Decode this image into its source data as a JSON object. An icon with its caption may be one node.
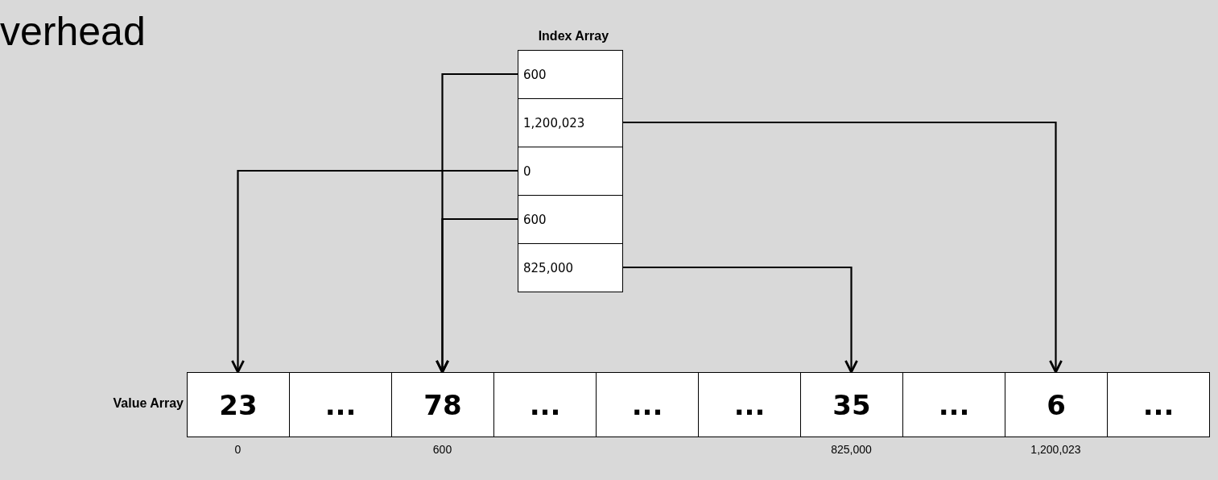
{
  "diagram": {
    "nodes": [
      {
        "text": [
          "Index Array"
        ]
      },
      {
        "text": [
          "600"
        ],
        "in": 0
      },
      {
        "text": [
          "1,200,023"
        ],
        "in": 0
      },
      {
        "text": [
          "0"
        ],
        "in": 0
      },
      {
        "text": [
          "600"
        ],
        "in": 0
      },
      {
        "text": [
          "825,000"
        ],
        "in": 0
      },
      {
        "text": [
          "Value Array"
        ]
      },
      {
        "text": [
          "23"
        ],
        "in": 6
      },
      {
        "text": [
          "..."
        ],
        "in": 6
      },
      {
        "text": [
          "78"
        ],
        "in": 6
      },
      {
        "text": [
          "..."
        ],
        "in": 6
      },
      {
        "text": [
          "..."
        ],
        "in": 6
      },
      {
        "text": [
          "..."
        ],
        "in": 6
      },
      {
        "text": [
          "35"
        ],
        "in": 6
      },
      {
        "text": [
          "..."
        ],
        "in": 6
      },
      {
        "text": [
          "6"
        ],
        "in": 6
      },
      {
        "text": [
          "..."
        ],
        "in": 6
      }
    ],
    "edges": [
      {
        "from": 1,
        "to": 9,
        "arrow": "to"
      },
      {
        "from": 2,
        "to": 15,
        "arrow": "to"
      },
      {
        "from": 3,
        "to": 7,
        "arrow": "to"
      },
      {
        "from": 4,
        "to": 9,
        "arrow": "to"
      },
      {
        "from": 5,
        "to": 13,
        "arrow": "to"
      }
    ],
    "labels": [
      "verhead",
      "0",
      "600",
      "825,000",
      "1,200,023"
    ]
  }
}
